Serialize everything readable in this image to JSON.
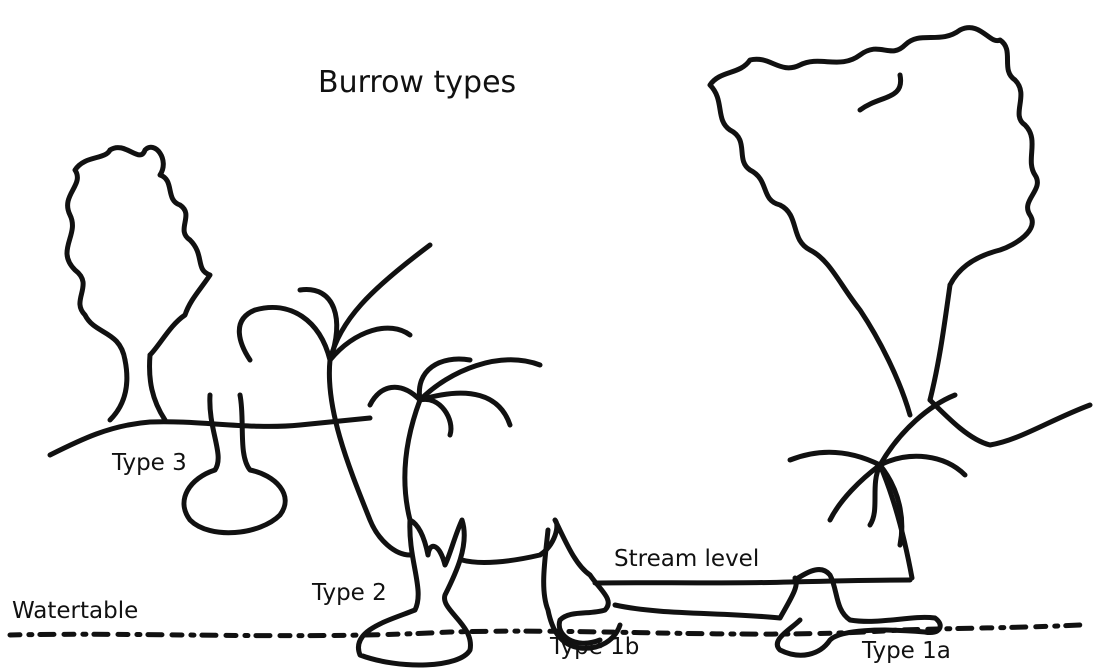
{
  "title": "Burrow types",
  "labels": {
    "watertable": "Watertable",
    "stream_level": "Stream level",
    "type3": "Type 3",
    "type2": "Type 2",
    "type1b": "Type 1b",
    "type1a": "Type 1a"
  },
  "colors": {
    "ink": "#111111",
    "background": "#ffffff"
  }
}
